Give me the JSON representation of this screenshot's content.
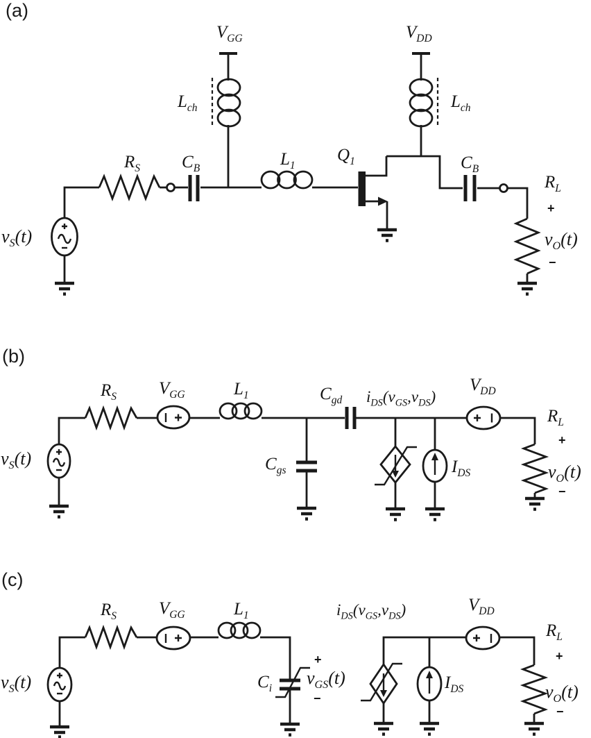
{
  "figure": {
    "type": "circuit-schematic",
    "panel_count": 3
  },
  "colors": {
    "ink": "#1a1a1a",
    "paper": "#ffffff"
  },
  "labels": {
    "panel_a": "(a)",
    "panel_b": "(b)",
    "panel_c": "(c)",
    "vs": [
      "v",
      "S",
      "(t)"
    ],
    "vo": [
      "v",
      "O",
      "(t)"
    ],
    "vgs": [
      "v",
      "GS",
      "(t)"
    ],
    "vgg": [
      "V",
      "GG"
    ],
    "vdd": [
      "V",
      "DD"
    ],
    "lch": [
      "L",
      "ch"
    ],
    "l1": [
      "L",
      "1"
    ],
    "rs": [
      "R",
      "S"
    ],
    "rl": [
      "R",
      "L"
    ],
    "cb": [
      "C",
      "B"
    ],
    "cgd": [
      "C",
      "gd"
    ],
    "cgs": [
      "C",
      "gs"
    ],
    "ci": [
      "C",
      "i"
    ],
    "q1": [
      "Q",
      "1"
    ],
    "ids_fn": [
      "i",
      "DS",
      "(v",
      "GS",
      ",v",
      "DS",
      ")"
    ],
    "ids": [
      "I",
      "DS"
    ],
    "plus": "+",
    "minus": "−"
  }
}
